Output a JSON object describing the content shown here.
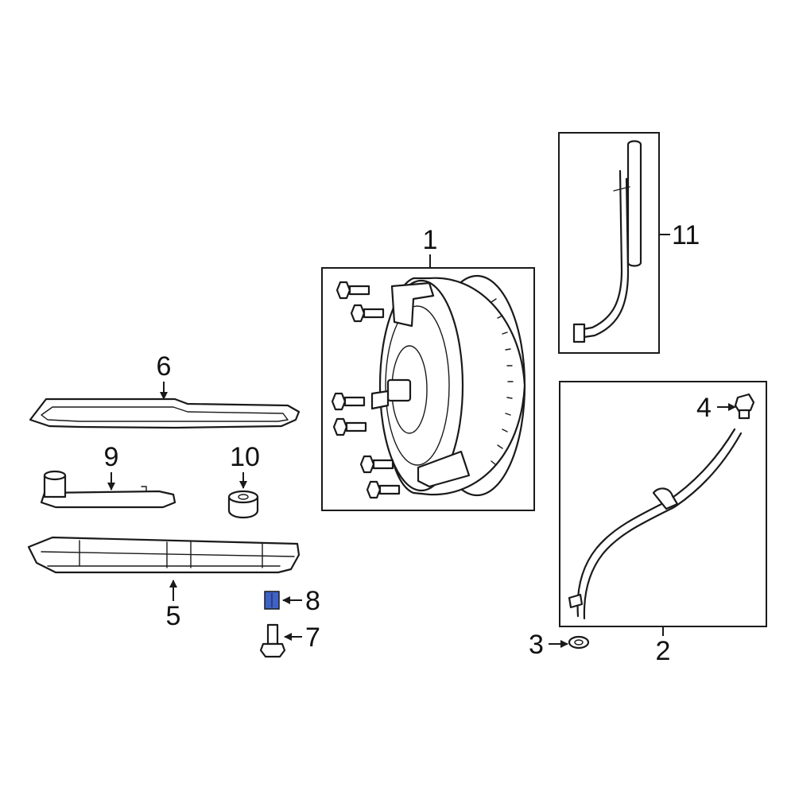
{
  "callouts": {
    "c1": "1",
    "c2": "2",
    "c3": "3",
    "c4": "4",
    "c5": "5",
    "c6": "6",
    "c7": "7",
    "c8": "8",
    "c9": "9",
    "c10": "10",
    "c11": "11"
  },
  "colors": {
    "line": "#1a1a1a",
    "highlight": "#3f62c9",
    "background": "#ffffff"
  },
  "highlighted_part": "8"
}
